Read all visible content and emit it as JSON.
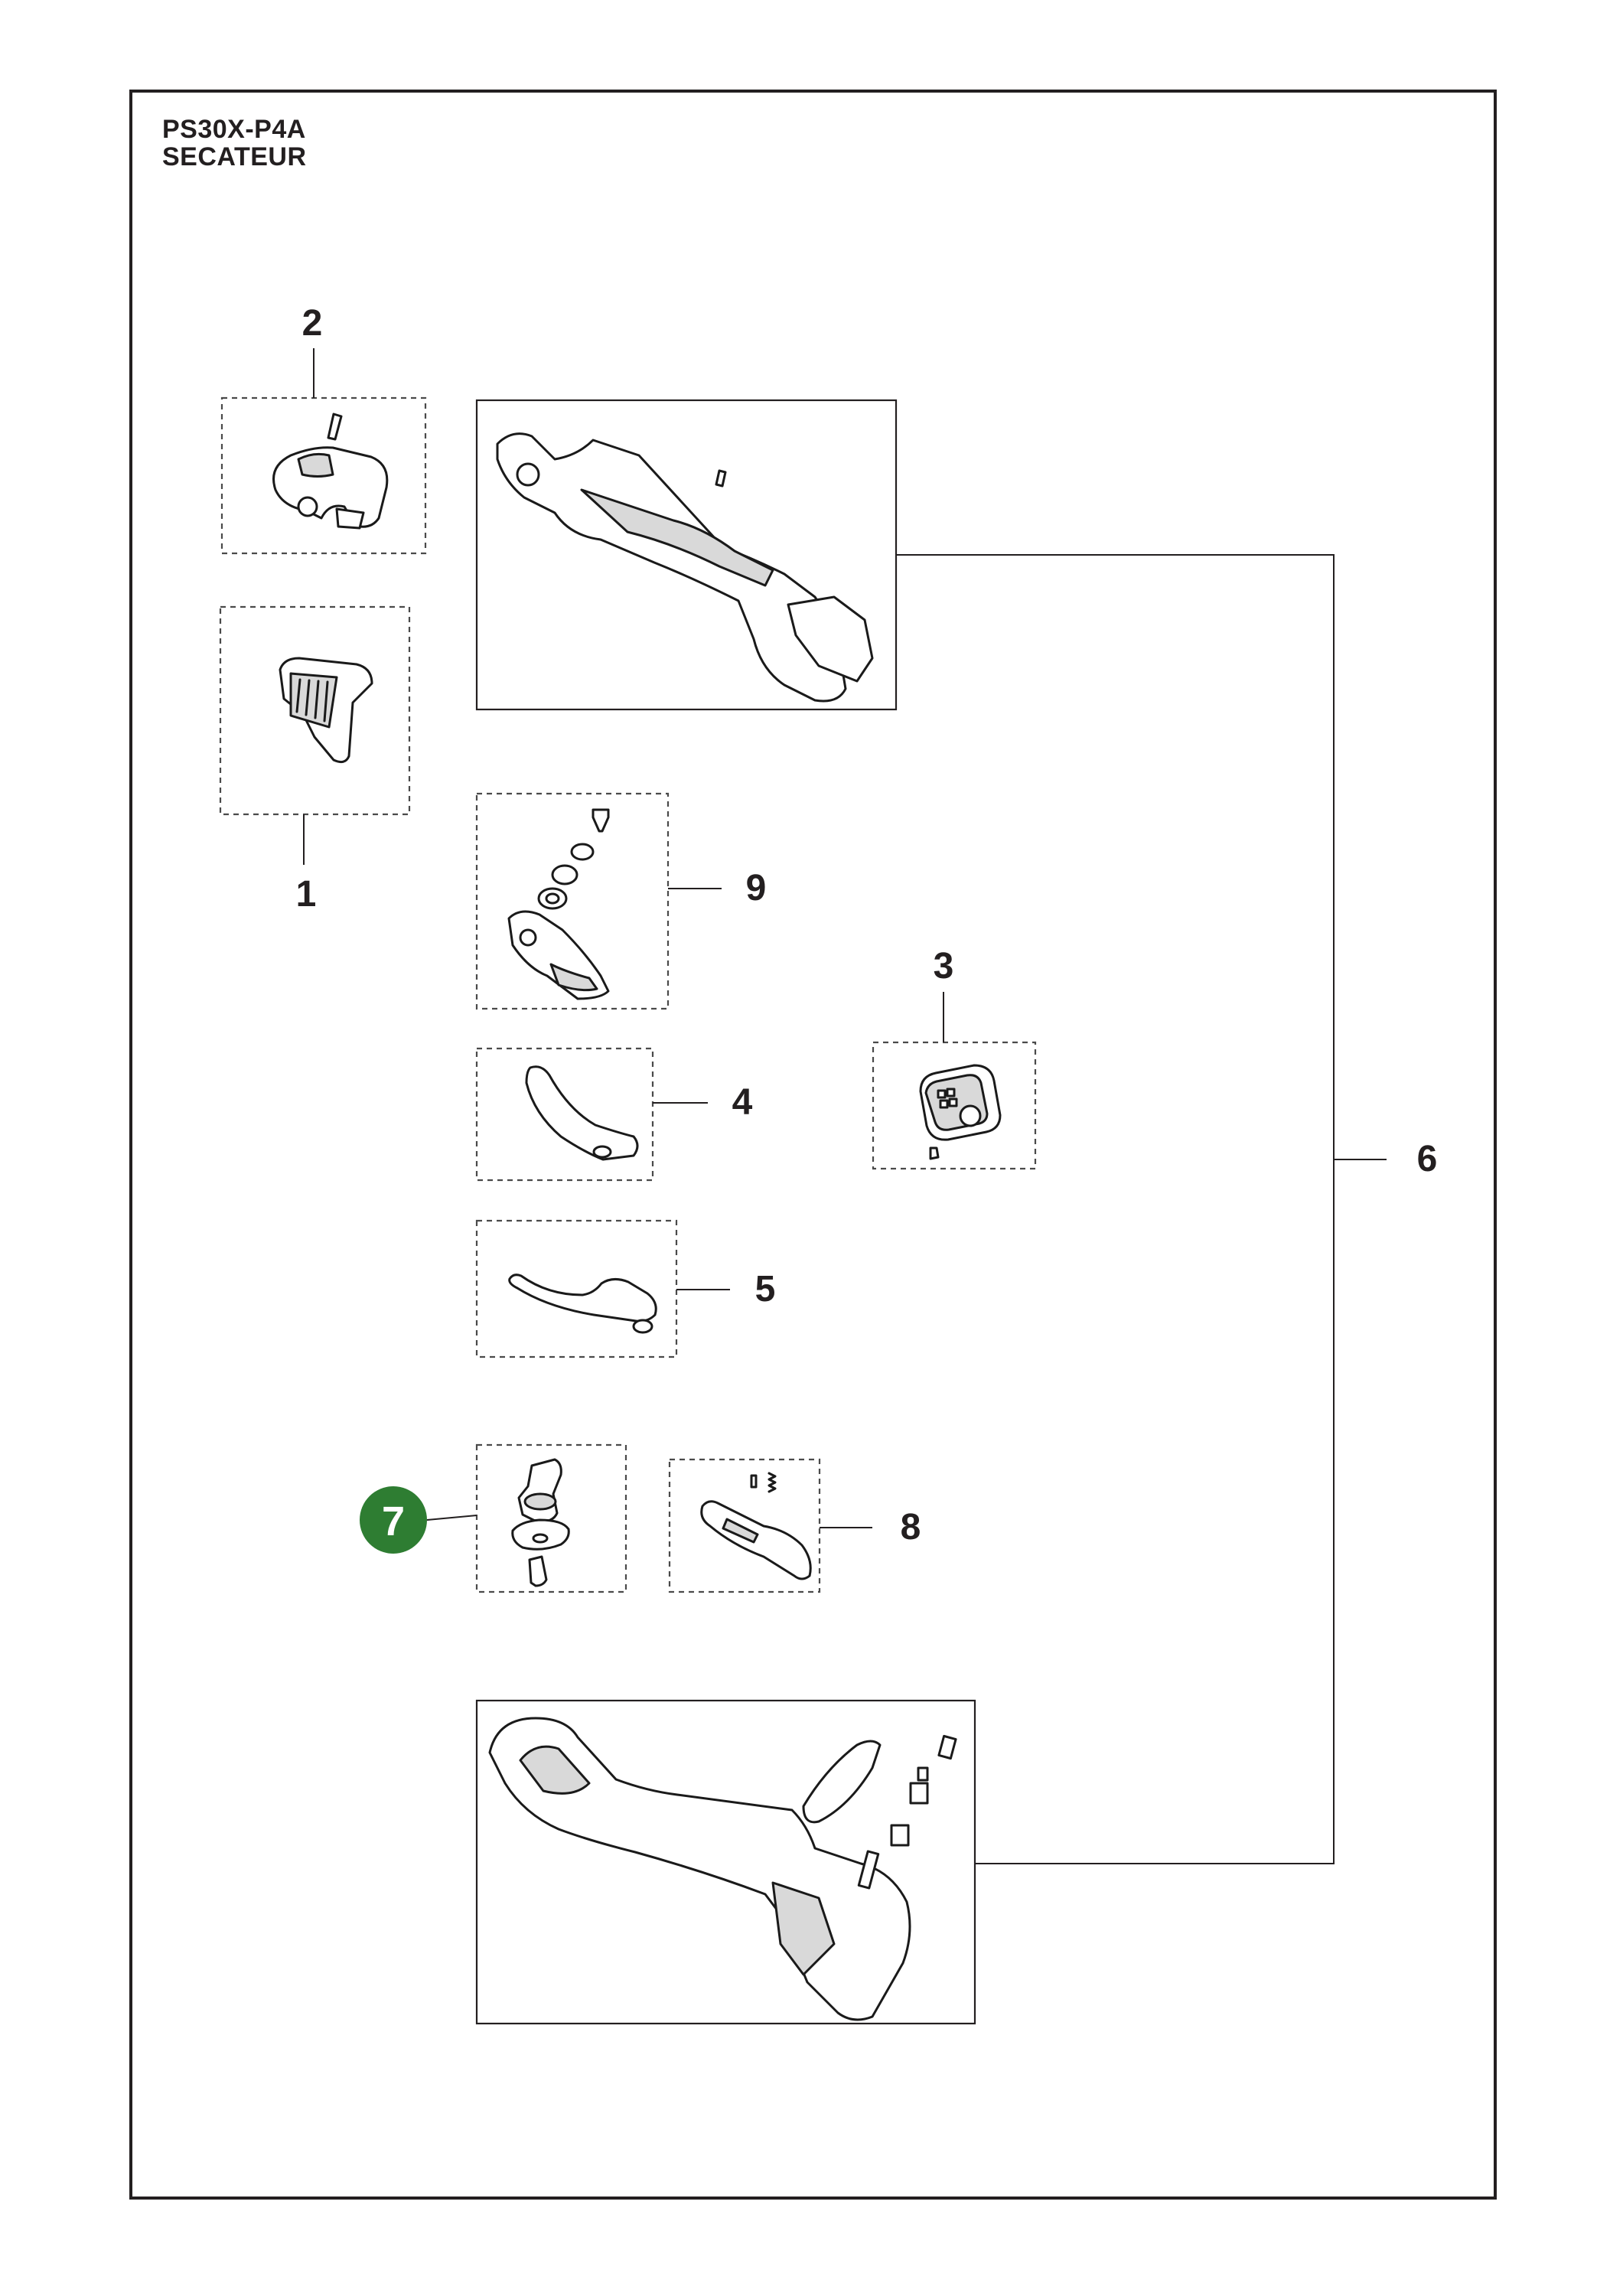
{
  "title": {
    "model": "PS30X-P4A",
    "name": "SECATEUR"
  },
  "callouts": [
    {
      "id": "c1",
      "label": "1"
    },
    {
      "id": "c2",
      "label": "2"
    },
    {
      "id": "c3",
      "label": "3"
    },
    {
      "id": "c4",
      "label": "4"
    },
    {
      "id": "c5",
      "label": "5"
    },
    {
      "id": "c6",
      "label": "6"
    },
    {
      "id": "c7",
      "label": "7",
      "highlighted": true
    },
    {
      "id": "c8",
      "label": "8"
    },
    {
      "id": "c9",
      "label": "9"
    }
  ],
  "colors": {
    "frame": "#231f20",
    "highlight": "#2e7d32",
    "part_fill": "#ffffff",
    "part_shade": "#d9d9d9"
  }
}
